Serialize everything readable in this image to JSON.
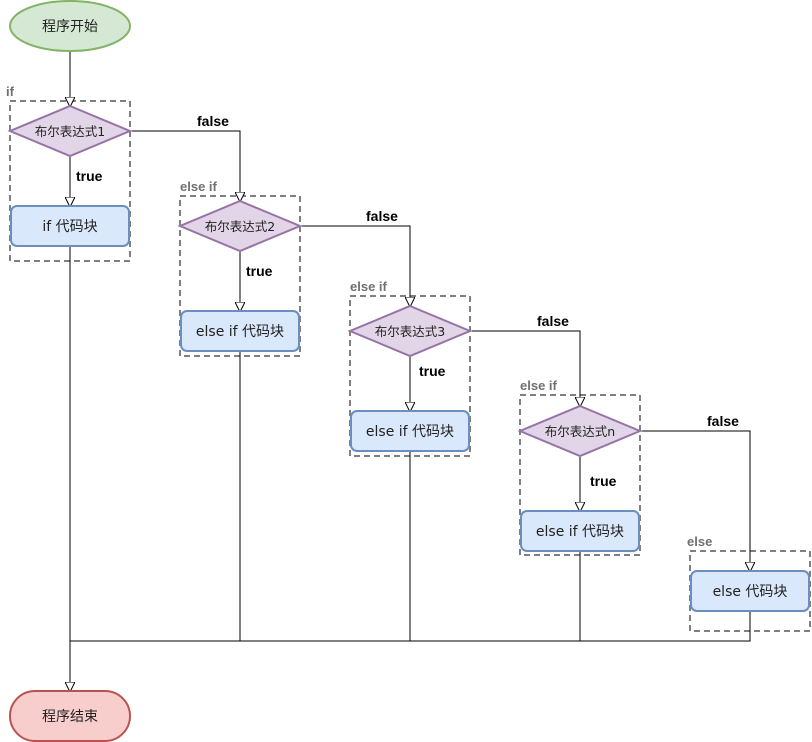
{
  "start": {
    "label": "程序开始",
    "fill": "#d5e8d4",
    "stroke": "#82b366"
  },
  "end": {
    "label": "程序结束",
    "fill": "#f8cecc",
    "stroke": "#b85450"
  },
  "decision_style": {
    "fill": "#e1d5e7",
    "stroke": "#9673a6"
  },
  "block_style": {
    "fill": "#dae8fc",
    "stroke": "#6c8ebf"
  },
  "group_style": {
    "stroke": "#808080"
  },
  "groups": [
    {
      "title": "if",
      "condition": "布尔表达式1",
      "block": "if 代码块",
      "true_label": "true",
      "false_label": "false"
    },
    {
      "title": "else if",
      "condition": "布尔表达式2",
      "block": "else if 代码块",
      "true_label": "true",
      "false_label": "false"
    },
    {
      "title": "else if",
      "condition": "布尔表达式3",
      "block": "else if 代码块",
      "true_label": "true",
      "false_label": "false"
    },
    {
      "title": "else if",
      "condition": "布尔表达式n",
      "block": "else if 代码块",
      "true_label": "true",
      "false_label": "false"
    },
    {
      "title": "else",
      "block": "else 代码块"
    }
  ]
}
